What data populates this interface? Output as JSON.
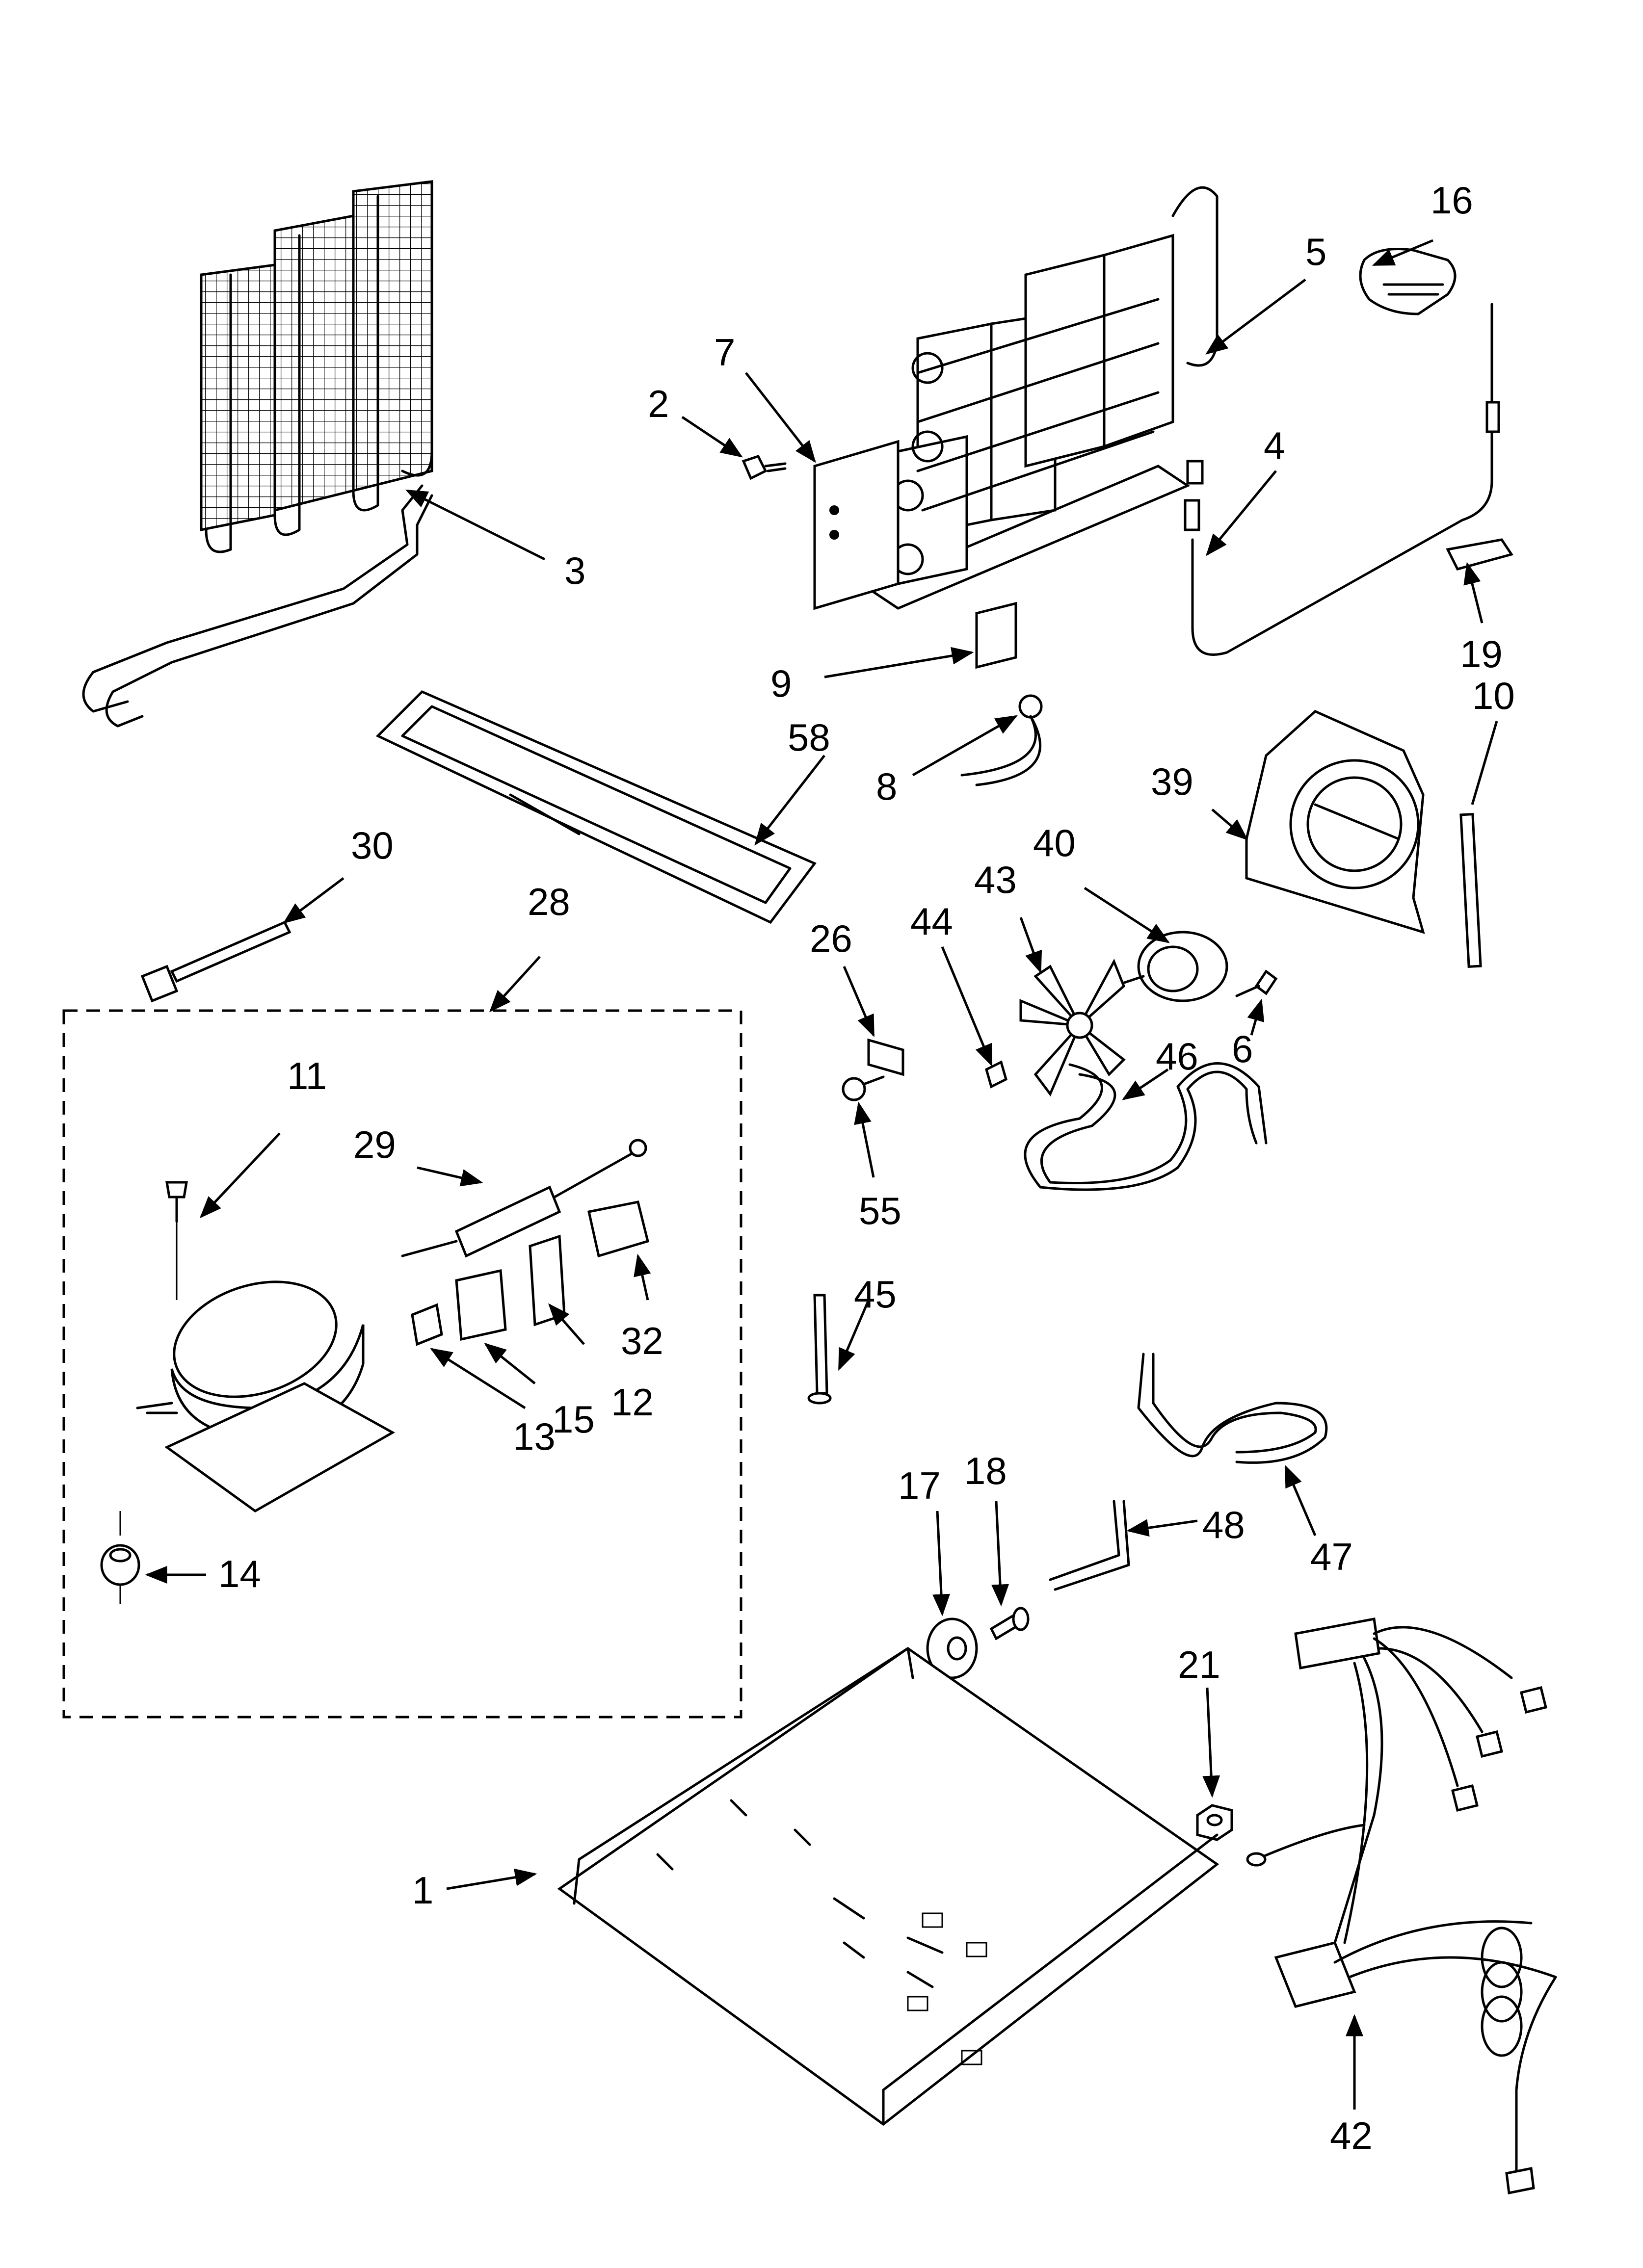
{
  "callouts": {
    "c1": "1",
    "c2": "2",
    "c3": "3",
    "c4": "4",
    "c5": "5",
    "c6": "6",
    "c7": "7",
    "c8": "8",
    "c9": "9",
    "c10": "10",
    "c11": "11",
    "c12": "12",
    "c13": "13",
    "c14": "14",
    "c15": "15",
    "c16": "16",
    "c17": "17",
    "c18": "18",
    "c19": "19",
    "c21": "21",
    "c26": "26",
    "c28": "28",
    "c29": "29",
    "c30": "30",
    "c32": "32",
    "c39": "39",
    "c40": "40",
    "c42": "42",
    "c43": "43",
    "c44": "44",
    "c45": "45",
    "c46": "46",
    "c47": "47",
    "c48": "48",
    "c55": "55",
    "c58": "58"
  }
}
